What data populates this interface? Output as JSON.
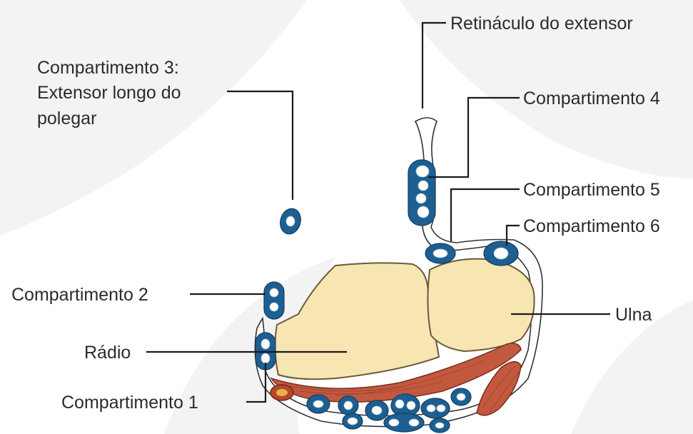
{
  "labels": {
    "retinaculum": "Retináculo do extensor",
    "comp3_line1": "Compartimento 3:",
    "comp3_line2": "Extensor longo do",
    "comp3_line3": "polegar",
    "comp4": "Compartimento 4",
    "comp5": "Compartimento 5",
    "comp6": "Compartimento 6",
    "comp2": "Compartimento 2",
    "ulna": "Ulna",
    "radio": "Rádio",
    "comp1": "Compartimento 1"
  },
  "colors": {
    "sheath": "#1e5f91",
    "bone": "#f7e5b2",
    "muscle": "#c2593f",
    "background_watermark": "#f2f2f2"
  }
}
